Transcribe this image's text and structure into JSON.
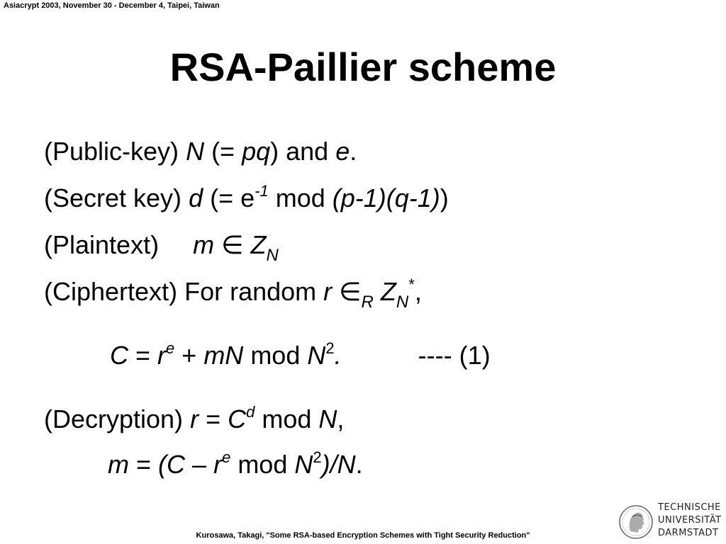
{
  "header": "Asiacrypt 2003, November 30 - December 4, Taipei, Taiwan",
  "title": "RSA-Paillier scheme",
  "body": {
    "public_label": "(Public-key)",
    "secret_label": "(Secret key)",
    "plain_label": "(Plaintext)",
    "cipher_label": "(Ciphertext)",
    "for_random": "For random",
    "eq_number": "----  (1)",
    "decrypt_label": "(Decryption)"
  },
  "footer": "Kurosawa, Takagi, \"Some RSA-based Encryption Schemes with Tight Security Reduction\"",
  "logo": {
    "line1": "TECHNISCHE",
    "line2": "UNIVERSITÄT",
    "line3": "DARMSTADT"
  },
  "icons": [
    "university-seal-icon"
  ]
}
